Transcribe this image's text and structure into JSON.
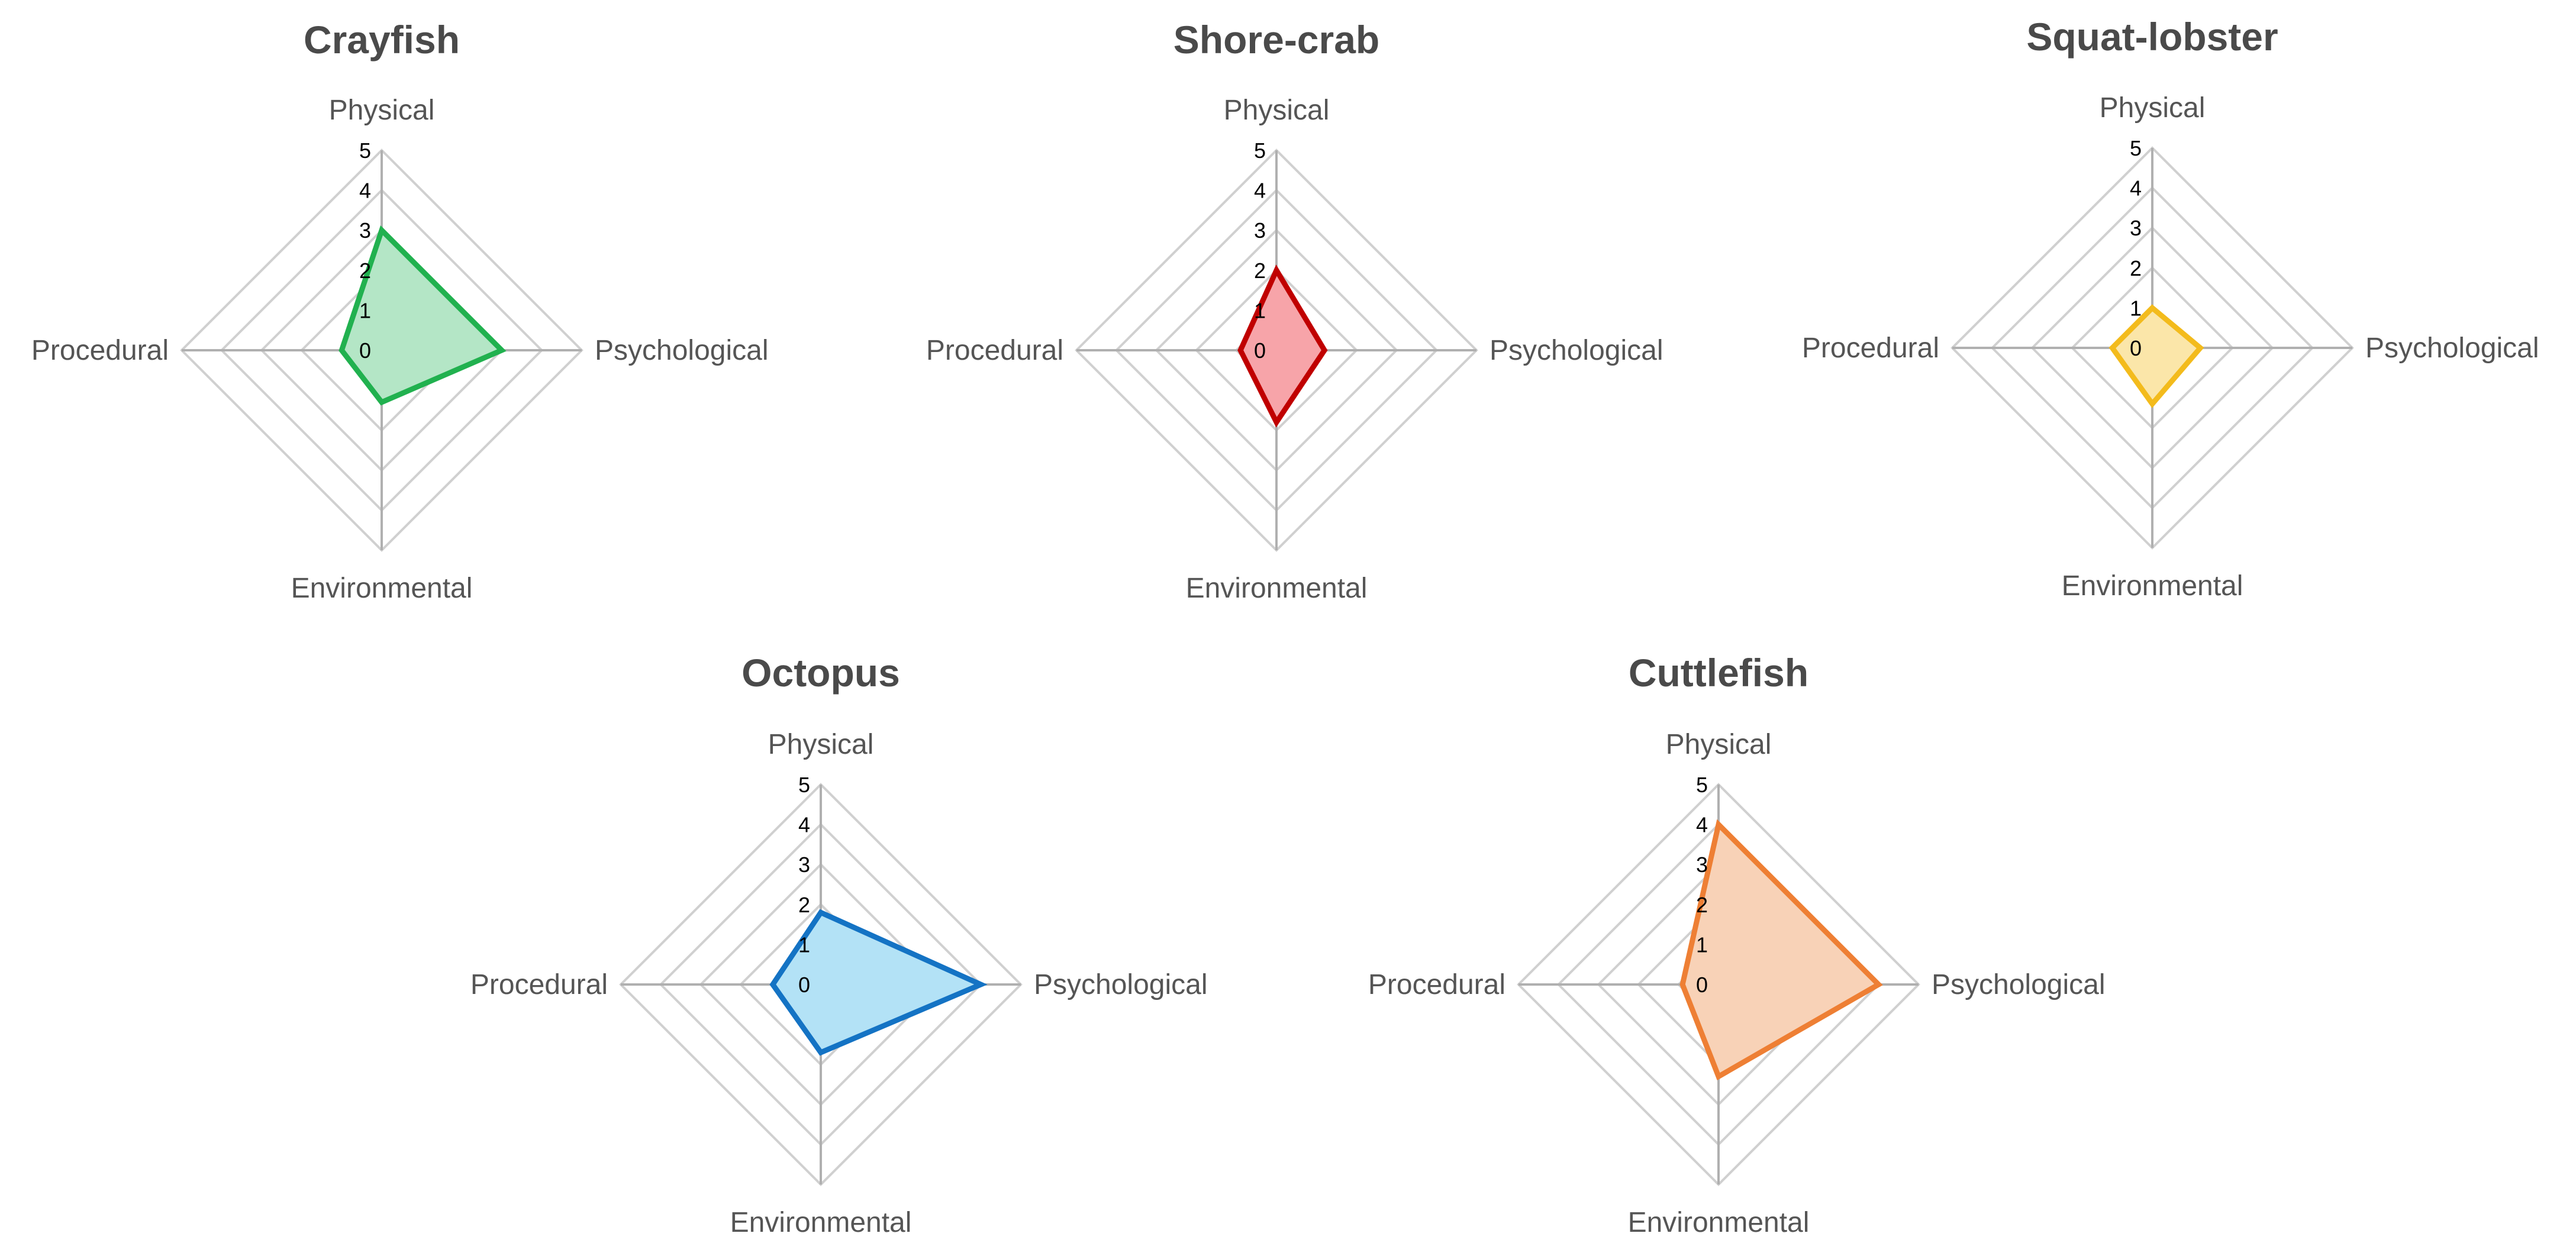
{
  "chart_data": [
    {
      "type": "radar",
      "title": "Crayfish",
      "axes": [
        "Physical",
        "Psychological",
        "Environmental",
        "Procedural"
      ],
      "ticks": [
        "0",
        "1",
        "2",
        "3",
        "4",
        "5"
      ],
      "range": [
        0,
        5
      ],
      "values": [
        3,
        3,
        1.3,
        1
      ],
      "color": "#21b14f",
      "fill": "#b4e6c6"
    },
    {
      "type": "radar",
      "title": "Shore-crab",
      "axes": [
        "Physical",
        "Psychological",
        "Environmental",
        "Procedural"
      ],
      "ticks": [
        "0",
        "1",
        "2",
        "3",
        "4",
        "5"
      ],
      "range": [
        0,
        5
      ],
      "values": [
        2,
        1.2,
        1.8,
        0.9
      ],
      "color": "#c00000",
      "fill": "#f7a4a9"
    },
    {
      "type": "radar",
      "title": "Squat-lobster",
      "axes": [
        "Physical",
        "Psychological",
        "Environmental",
        "Procedural"
      ],
      "ticks": [
        "0",
        "1",
        "2",
        "3",
        "4",
        "5"
      ],
      "range": [
        0,
        5
      ],
      "values": [
        1,
        1.2,
        1.4,
        1
      ],
      "color": "#f3bb1c",
      "fill": "#fbe6a9"
    },
    {
      "type": "radar",
      "title": "Octopus",
      "axes": [
        "Physical",
        "Psychological",
        "Environmental",
        "Procedural"
      ],
      "ticks": [
        "0",
        "1",
        "2",
        "3",
        "4",
        "5"
      ],
      "range": [
        0,
        5
      ],
      "values": [
        1.8,
        4,
        1.7,
        1.2
      ],
      "color": "#1473c4",
      "fill": "#b3e2f6"
    },
    {
      "type": "radar",
      "title": "Cuttlefish",
      "axes": [
        "Physical",
        "Psychological",
        "Environmental",
        "Procedural"
      ],
      "ticks": [
        "0",
        "1",
        "2",
        "3",
        "4",
        "5"
      ],
      "range": [
        0,
        5
      ],
      "values": [
        4,
        4,
        2.3,
        0.9
      ],
      "color": "#ee7f34",
      "fill": "#f8d2b7"
    }
  ]
}
